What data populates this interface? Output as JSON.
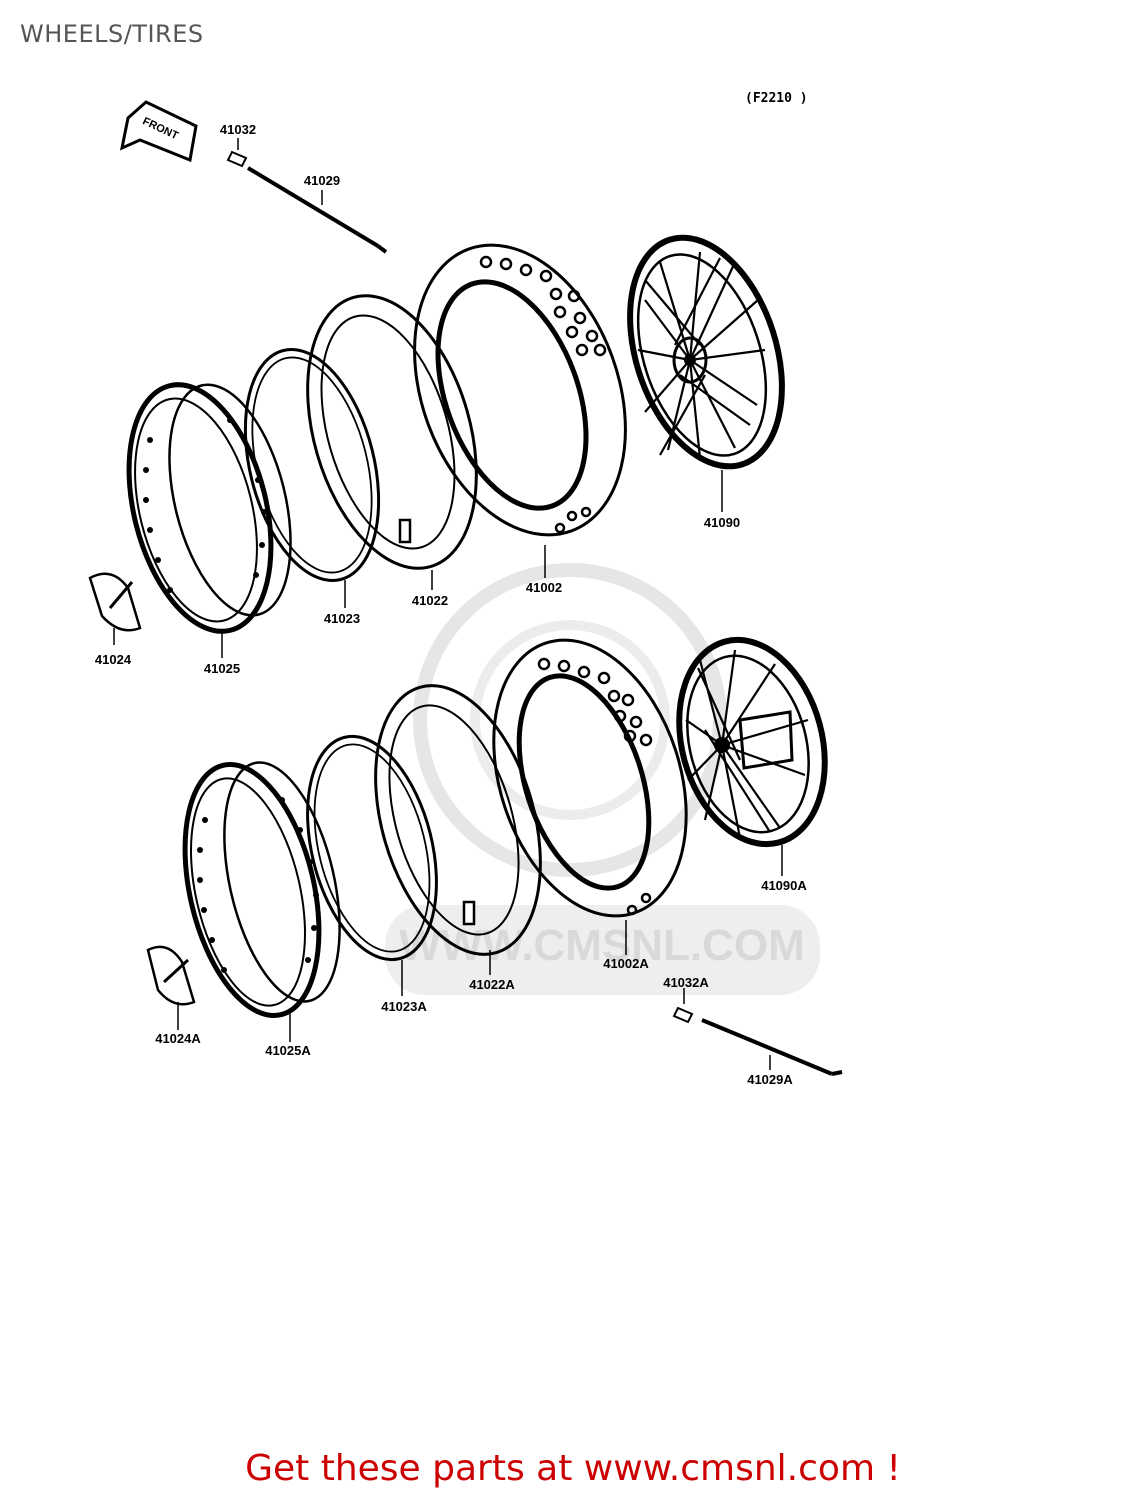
{
  "page": {
    "title": "WHEELS/TIRES"
  },
  "diagram": {
    "figure_code": "(F2210 )",
    "front_arrow": "FRONT",
    "watermark": "WWW.CMSNL.COM",
    "labels": {
      "p41032": "41032",
      "p41029": "41029",
      "p41090": "41090",
      "p41002": "41002",
      "p41022": "41022",
      "p41023": "41023",
      "p41025": "41025",
      "p41024": "41024",
      "p41090A": "41090A",
      "p41002A": "41002A",
      "p41022A": "41022A",
      "p41023A": "41023A",
      "p41025A": "41025A",
      "p41024A": "41024A",
      "p41032A": "41032A",
      "p41029A": "41029A"
    }
  },
  "footer": {
    "promo": "Get these parts at www.cmsnl.com !"
  }
}
